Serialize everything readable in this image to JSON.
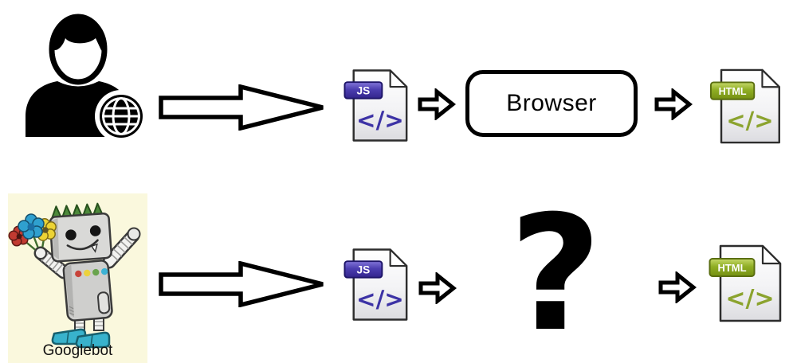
{
  "top_row": {
    "user": {
      "icon": "user-with-globe"
    },
    "js_file": {
      "badge": "JS",
      "glyph": "</>"
    },
    "browser": {
      "label": "Browser"
    },
    "html_file": {
      "badge": "HTML",
      "glyph": "</>"
    }
  },
  "bottom_row": {
    "googlebot": {
      "caption": "Googlebot"
    },
    "js_file": {
      "badge": "JS",
      "glyph": "</>"
    },
    "renderer_unknown": {
      "glyph": "?"
    },
    "html_file": {
      "badge": "HTML",
      "glyph": "</>"
    }
  },
  "colors": {
    "background": "#ffffff",
    "arrow_fill": "#ffffff",
    "arrow_stroke": "#000000",
    "js_badge": "#4c3eb0",
    "js_glyph": "#3c32a5",
    "html_badge": "#8fae24",
    "html_glyph": "#8ba32e",
    "googlebot_background": "#faf8dd",
    "googlebot_shoe": "#38b2cc"
  }
}
